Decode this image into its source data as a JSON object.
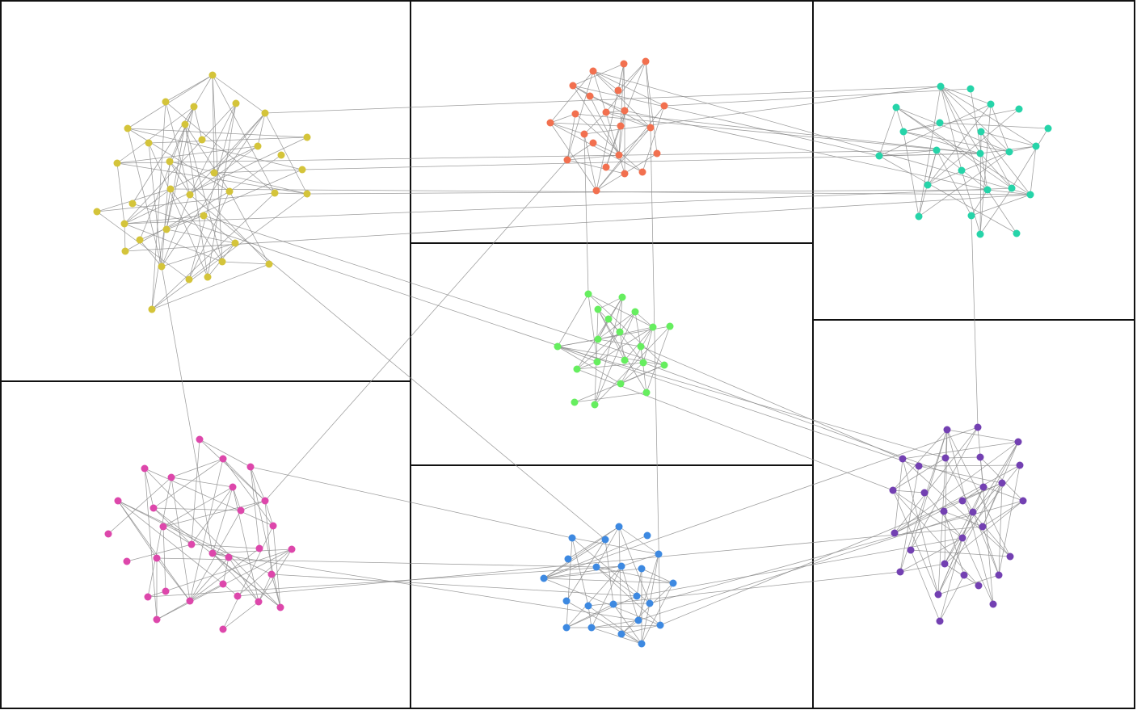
{
  "diagram": {
    "type": "clustered-network-graph",
    "clusters": [
      {
        "id": "yellow",
        "color": "#d4c43a",
        "panel": "top-left"
      },
      {
        "id": "orange",
        "color": "#f2704f",
        "panel": "top-middle"
      },
      {
        "id": "teal",
        "color": "#26d4a9",
        "panel": "top-right"
      },
      {
        "id": "green",
        "color": "#66ee5f",
        "panel": "center"
      },
      {
        "id": "magenta",
        "color": "#dd47ab",
        "panel": "bottom-left"
      },
      {
        "id": "blue",
        "color": "#3d89e1",
        "panel": "bottom-middle"
      },
      {
        "id": "purple",
        "color": "#7340b2",
        "panel": "bottom-right"
      }
    ],
    "edge_color": "#8c8c8c",
    "panel_border_color": "#111111"
  }
}
